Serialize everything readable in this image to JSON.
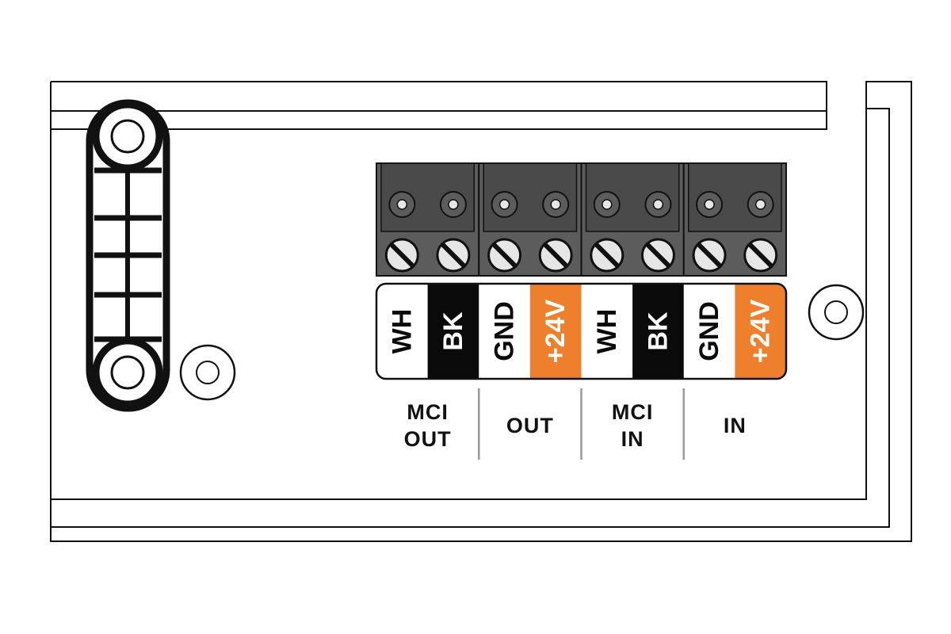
{
  "colors": {
    "outline": "#111111",
    "block_dark": "#4a4a4a",
    "block_mid": "#5c5c5c",
    "orange": "#ee7f2d",
    "black": "#0a0a0a",
    "white": "#ffffff",
    "screw": "#e6e6e6",
    "divider": "#9a9a9a"
  },
  "terminals": [
    {
      "label": "WH",
      "color": "white"
    },
    {
      "label": "BK",
      "color": "black"
    },
    {
      "label": "GND",
      "color": "white"
    },
    {
      "label": "+24V",
      "color": "orange"
    },
    {
      "label": "WH",
      "color": "white"
    },
    {
      "label": "BK",
      "color": "black"
    },
    {
      "label": "GND",
      "color": "white"
    },
    {
      "label": "+24V",
      "color": "orange"
    }
  ],
  "groups": [
    {
      "lines": [
        "MCI",
        "OUT"
      ]
    },
    {
      "lines": [
        "OUT"
      ]
    },
    {
      "lines": [
        "MCI",
        "IN"
      ]
    },
    {
      "lines": [
        "IN"
      ]
    }
  ],
  "icons": {
    "mounting_bracket": "mounting-bracket-icon",
    "screw_hole": "screw-hole-icon",
    "terminal_screw": "terminal-screw-icon",
    "terminal_pin": "terminal-pin-icon"
  }
}
